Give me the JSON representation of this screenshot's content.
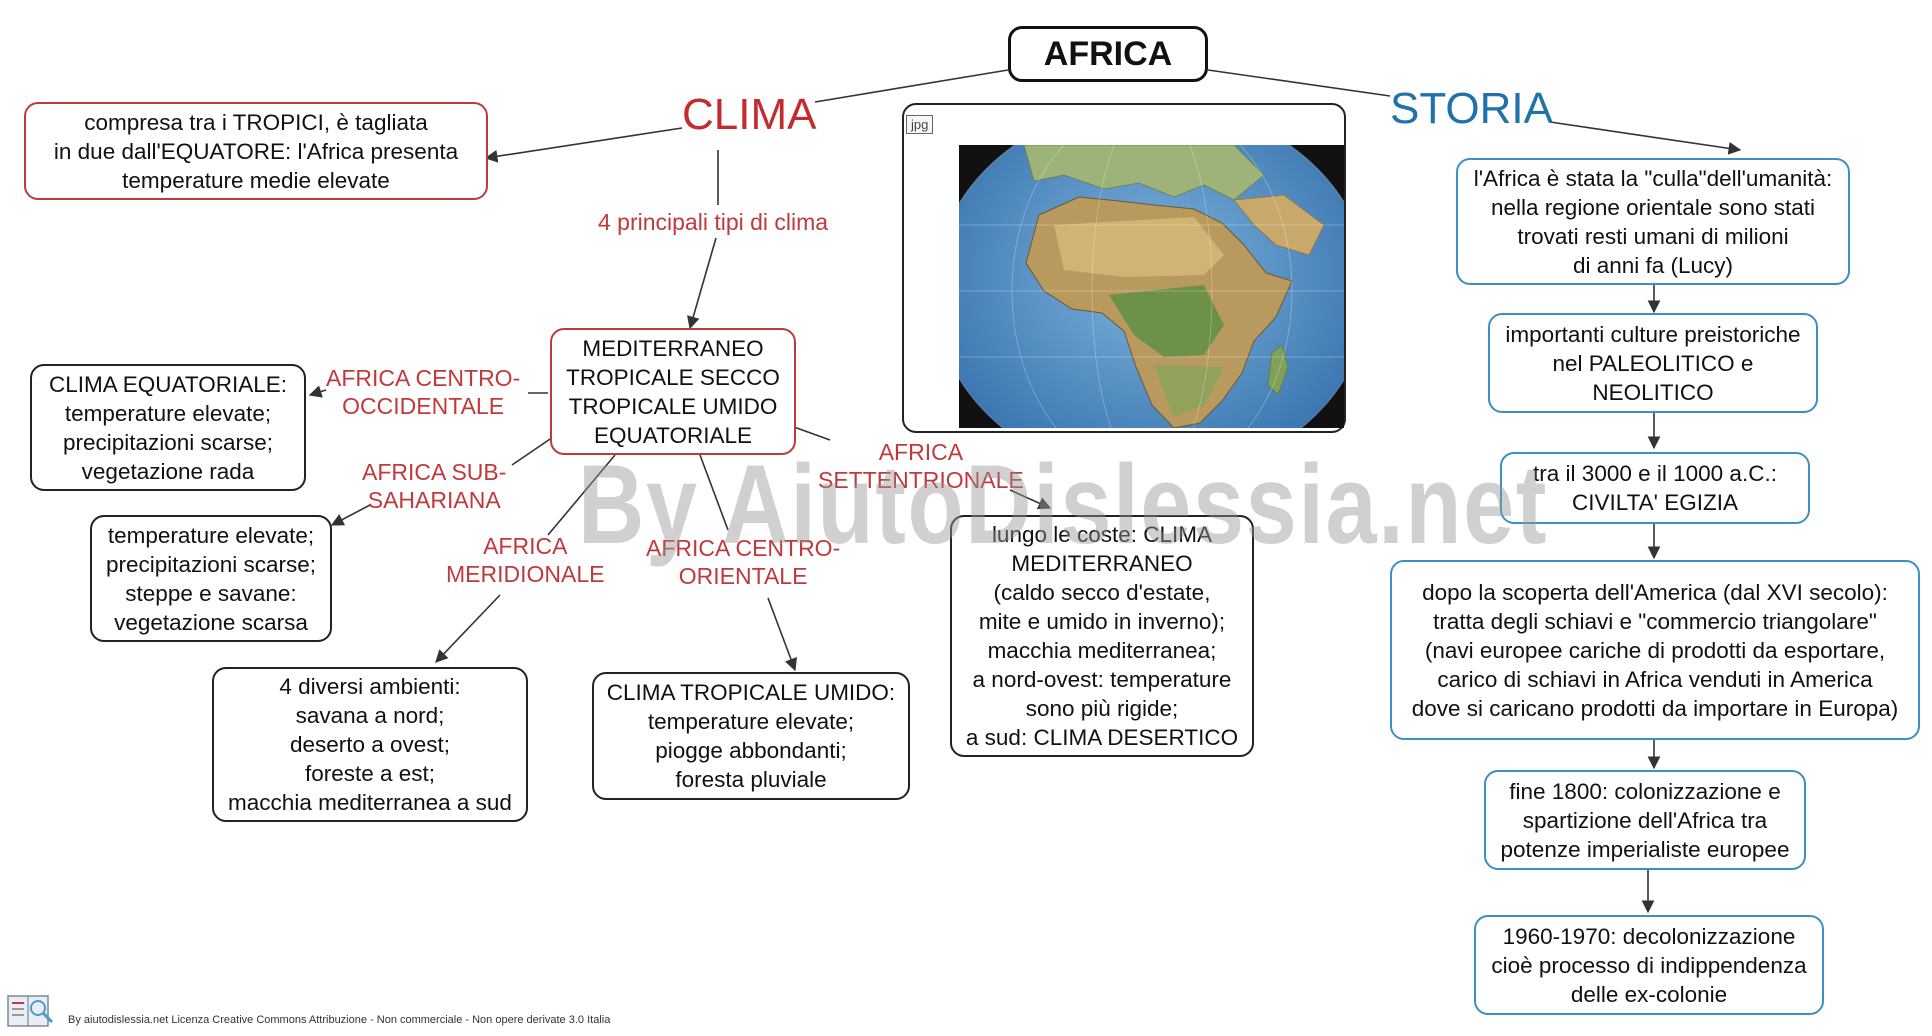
{
  "root": {
    "label": "AFRICA"
  },
  "branches": {
    "clima": "CLIMA",
    "storia": "STORIA"
  },
  "clima": {
    "intro": [
      "compresa tra i TROPICI, è tagliata",
      "in due dall'EQUATORE: l'Africa presenta",
      "temperature medie elevate"
    ],
    "link_label": "4 principali tipi di clima",
    "types": [
      "MEDITERRANEO",
      "TROPICALE SECCO",
      "TROPICALE UMIDO",
      "EQUATORIALE"
    ],
    "region_labels": {
      "centro_occidentale": [
        "AFRICA CENTRO-",
        "OCCIDENTALE"
      ],
      "sub_sahariana": [
        "AFRICA SUB-",
        "SAHARIANA"
      ],
      "meridionale": [
        "AFRICA",
        "MERIDIONALE"
      ],
      "centro_orientale": [
        "AFRICA CENTRO-",
        "ORIENTALE"
      ],
      "settentrionale": [
        "AFRICA",
        "SETTENTRIONALE"
      ]
    },
    "equatoriale": [
      "CLIMA EQUATORIALE:",
      "temperature elevate;",
      "precipitazioni scarse;",
      "vegetazione rada"
    ],
    "sub_sahariana": [
      "temperature elevate;",
      "precipitazioni scarse;",
      "steppe e savane:",
      "vegetazione scarsa"
    ],
    "meridionale": [
      "4 diversi ambienti:",
      "savana a nord;",
      "deserto a ovest;",
      "foreste a est;",
      "macchia mediterranea a sud"
    ],
    "tropicale_umido": [
      "CLIMA TROPICALE UMIDO:",
      "temperature elevate;",
      "piogge abbondanti;",
      "foresta pluviale"
    ],
    "settentrionale": [
      "lungo le coste: CLIMA",
      "MEDITERRANEO",
      "(caldo secco d'estate,",
      "mite e umido in inverno);",
      "macchia mediterranea;",
      "a nord-ovest: temperature",
      "sono più rigide;",
      "a sud: CLIMA DESERTICO"
    ]
  },
  "map": {
    "tag": "jpg"
  },
  "storia": {
    "culla": [
      "l'Africa è stata la \"culla\"dell'umanità:",
      "nella regione orientale sono stati",
      "trovati resti umani di milioni",
      "di anni fa (Lucy)"
    ],
    "preistoria": [
      "importanti culture preistoriche",
      "nel PALEOLITICO e",
      "NEOLITICO"
    ],
    "egizia": [
      "tra il 3000 e il 1000 a.C.:",
      "CIVILTA' EGIZIA"
    ],
    "schiavi": [
      "dopo la scoperta dell'America (dal XVI secolo):",
      "tratta degli schiavi e \"commercio triangolare\"",
      "(navi europee cariche di prodotti da esportare,",
      "carico di schiavi in Africa venduti in America",
      "dove si caricano prodotti da importare in Europa)"
    ],
    "colonizzazione": [
      "fine 1800: colonizzazione e",
      "spartizione dell'Africa tra",
      "potenze imperialiste europee"
    ],
    "decolonizzazione": [
      "1960-1970: decolonizzazione",
      "cioè processo di indippendenza",
      "delle ex-colonie"
    ]
  },
  "watermark": "By AiutoDislessia.net",
  "footer": "By aiutodislessia.net Licenza Creative Commons Attribuzione - Non commerciale - Non opere derivate 3.0 Italia",
  "colors": {
    "clima": "#c42b2f",
    "storia": "#1f72aa",
    "red_border": "#c0393b",
    "blue_border": "#3d8fc4"
  }
}
